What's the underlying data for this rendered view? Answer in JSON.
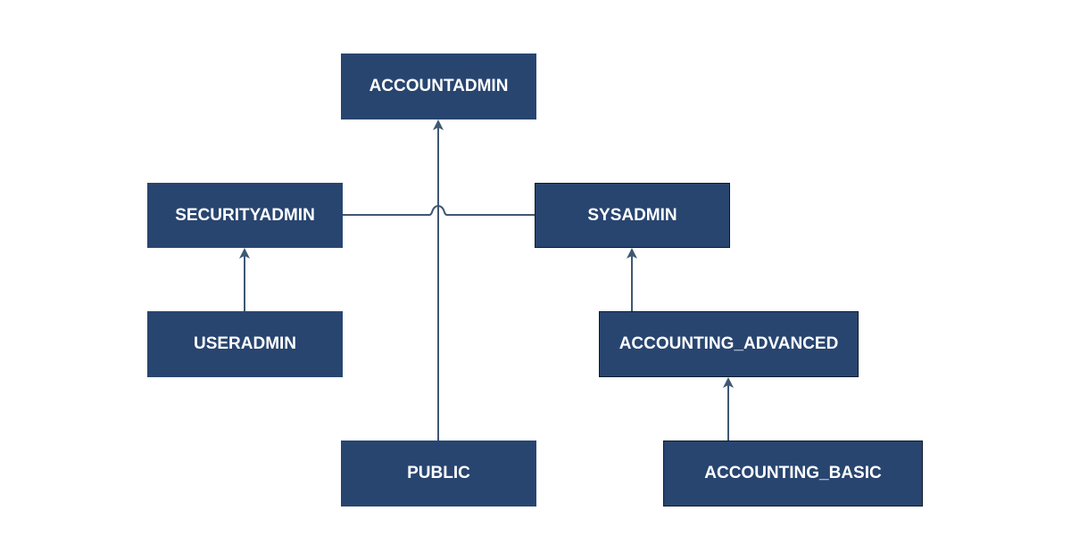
{
  "colors": {
    "node_fill": "#284570",
    "edge": "#3f5873",
    "text": "#ffffff"
  },
  "nodes": {
    "accountadmin": "ACCOUNTADMIN",
    "securityadmin": "SECURITYADMIN",
    "sysadmin": "SYSADMIN",
    "useradmin": "USERADMIN",
    "accounting_advanced": "ACCOUNTING_ADVANCED",
    "public": "PUBLIC",
    "accounting_basic": "ACCOUNTING_BASIC"
  }
}
